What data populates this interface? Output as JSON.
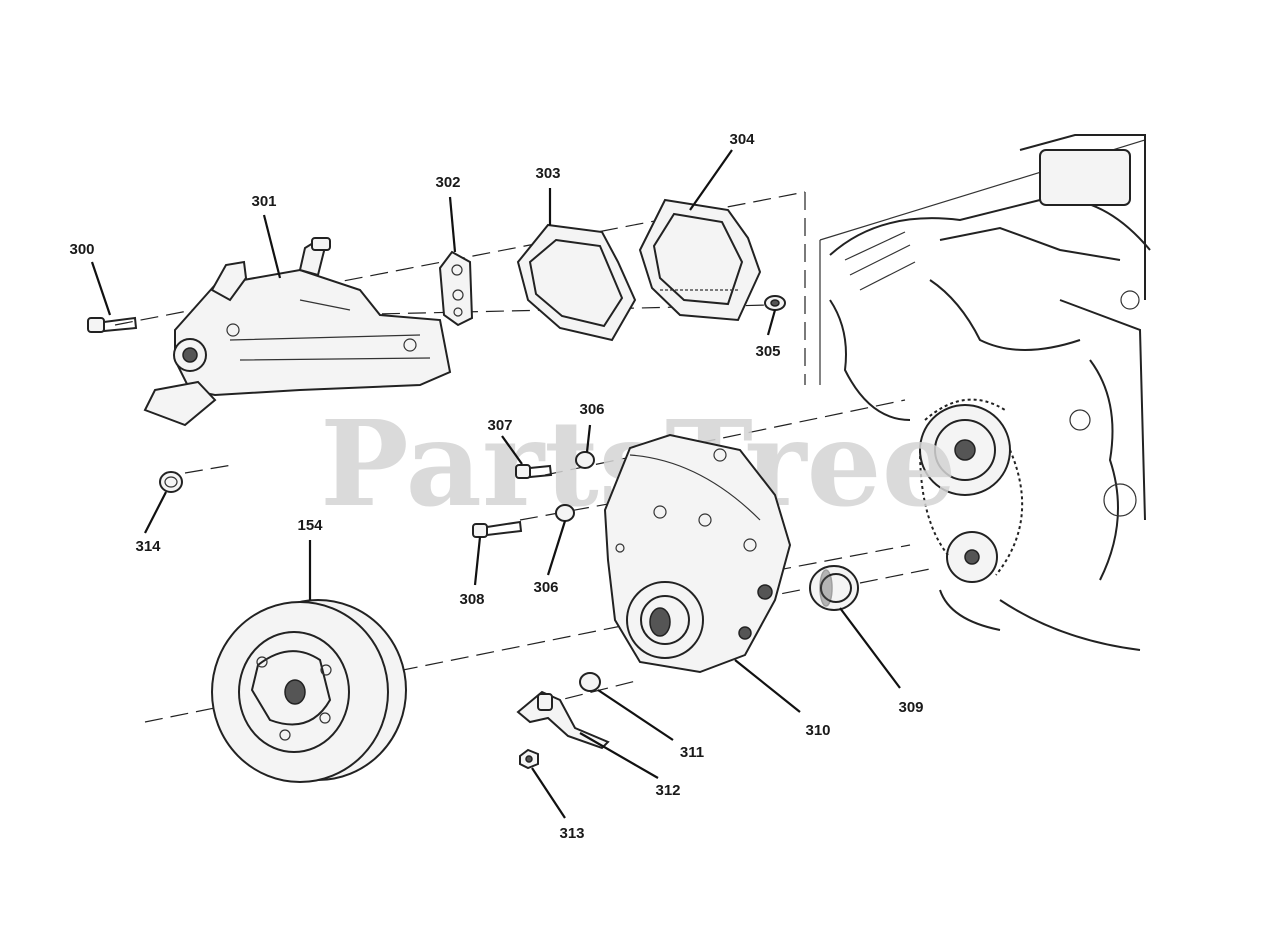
{
  "diagram": {
    "watermark": "PartsTree",
    "callouts": [
      {
        "id": "300",
        "label": "300"
      },
      {
        "id": "301",
        "label": "301"
      },
      {
        "id": "302",
        "label": "302"
      },
      {
        "id": "303",
        "label": "303"
      },
      {
        "id": "304",
        "label": "304"
      },
      {
        "id": "305",
        "label": "305"
      },
      {
        "id": "306a",
        "label": "306"
      },
      {
        "id": "306b",
        "label": "306"
      },
      {
        "id": "307",
        "label": "307"
      },
      {
        "id": "308",
        "label": "308"
      },
      {
        "id": "309",
        "label": "309"
      },
      {
        "id": "310",
        "label": "310"
      },
      {
        "id": "311",
        "label": "311"
      },
      {
        "id": "312",
        "label": "312"
      },
      {
        "id": "313",
        "label": "313"
      },
      {
        "id": "314",
        "label": "314"
      },
      {
        "id": "154",
        "label": "154"
      }
    ],
    "parts": [
      {
        "id": "300",
        "icon": "bolt-icon"
      },
      {
        "id": "301",
        "icon": "water-pump-icon"
      },
      {
        "id": "302",
        "icon": "gasket-small-icon"
      },
      {
        "id": "303",
        "icon": "gasket-large-icon"
      },
      {
        "id": "304",
        "icon": "gasket-plate-icon"
      },
      {
        "id": "305",
        "icon": "washer-icon"
      },
      {
        "id": "306",
        "icon": "plug-icon"
      },
      {
        "id": "307",
        "icon": "bolt-icon"
      },
      {
        "id": "308",
        "icon": "bolt-icon"
      },
      {
        "id": "309",
        "icon": "seal-icon"
      },
      {
        "id": "310",
        "icon": "timing-cover-icon"
      },
      {
        "id": "311",
        "icon": "plug-icon"
      },
      {
        "id": "312",
        "icon": "bracket-icon"
      },
      {
        "id": "313",
        "icon": "nut-icon"
      },
      {
        "id": "314",
        "icon": "plug-icon"
      },
      {
        "id": "154",
        "icon": "balancer-icon"
      },
      {
        "id": "engine",
        "icon": "engine-block-icon"
      }
    ]
  }
}
